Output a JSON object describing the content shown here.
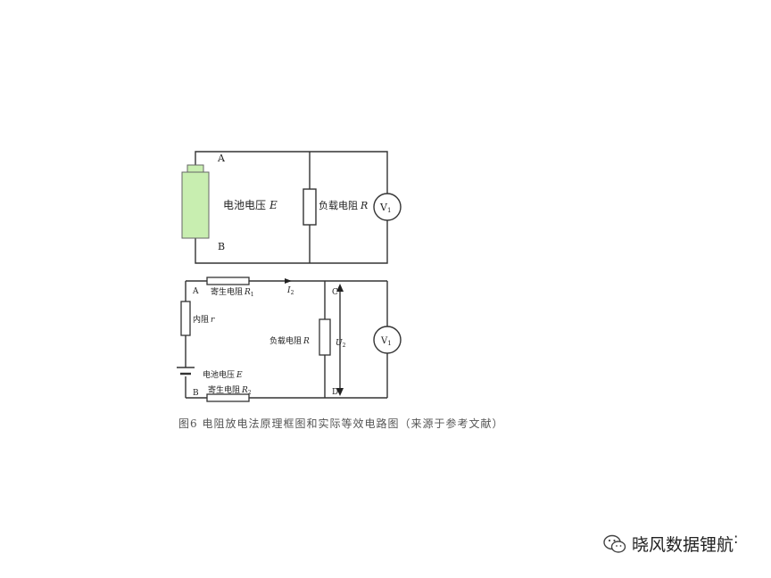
{
  "top_circuit": {
    "node_a": "A",
    "node_b": "B",
    "battery_label": "电池电压",
    "battery_symbol": "E",
    "load_label": "负载电阻",
    "load_symbol": "R",
    "voltmeter": "V",
    "voltmeter_sub": "1",
    "battery_color": "#c8eeb0"
  },
  "bottom_circuit": {
    "node_a": "A",
    "node_b": "B",
    "node_c": "C",
    "node_d": "D",
    "parasitic_top_label": "寄生电阻",
    "parasitic_top_symbol": "R",
    "parasitic_top_sub": "1",
    "parasitic_bottom_label": "寄生电阻",
    "parasitic_bottom_symbol": "R",
    "parasitic_bottom_sub": "2",
    "internal_label": "内阻",
    "internal_symbol": "r",
    "battery_label": "电池电压",
    "battery_symbol": "E",
    "current_symbol": "I",
    "current_sub": "2",
    "load_label": "负载电阻",
    "load_symbol": "R",
    "voltage_symbol": "U",
    "voltage_sub": "2",
    "voltmeter": "V",
    "voltmeter_sub": "1"
  },
  "caption": "图6 电阻放电法原理框图和实际等效电路图（来源于参考文献）",
  "watermark": {
    "text": "晓风数据锂航",
    "icon": "wechat-icon"
  }
}
